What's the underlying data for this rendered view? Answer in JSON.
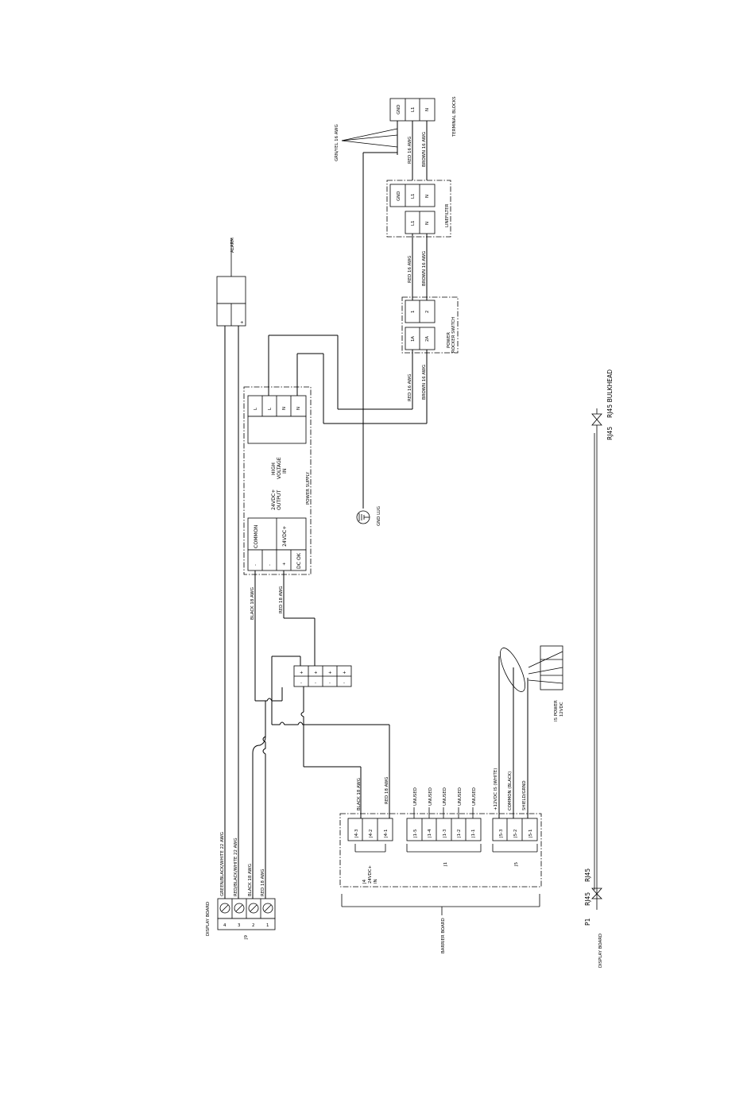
{
  "terminal_blocks": {
    "title": "TERMINAL BLOCKS",
    "gnd": "GND",
    "l1": "L1",
    "n": "N"
  },
  "grn_yel_wire": "GRN/YEL 16 AWG",
  "upper_red_wire": "RED 16 AWG",
  "upper_brown_wire": "BROWN 16 AWG",
  "line_filter": {
    "title": "LINEFILTER",
    "gnd": "GND",
    "l1": "L1",
    "n": "N",
    "l1b": "L1",
    "nb": "N"
  },
  "mid_red_wire": "RED 16 AWG",
  "mid_brown_wire": "BROWN 16 AWG",
  "rocker": {
    "title_line1": "POWER",
    "title_line2": "ROCKER SWITCH",
    "t1": "1",
    "t2": "2",
    "t1a": "1A",
    "t2a": "2A"
  },
  "low_red_wire": "RED 16 AWG",
  "low_brown_wire": "BROWN 16 AWG",
  "alarm": {
    "label": "ALARM",
    "plus": "+"
  },
  "power_supply": {
    "title": "POWER SUPPLY",
    "hv_line1": "HIGH",
    "hv_line2": "VOLTAGE",
    "hv_line3": "IN",
    "out_line1": "24VDC+",
    "out_line2": "OUTPUT",
    "common": "COMMON",
    "vdc": "24VDC+",
    "dcok": "DC OK",
    "t_l": "L",
    "t_n": "N",
    "minus": "-",
    "plus": "+"
  },
  "gnd_lug": "GND LUG",
  "ps_black_wire": "BLACK 18 AWG",
  "ps_red_wire": "RED 18 AWG",
  "dist_block": {
    "plus": "+",
    "minus": "-"
  },
  "is_power": {
    "line1": "IS POWER",
    "line2": "12VDC"
  },
  "display_board": {
    "title": "DISPLAY BOARD",
    "connector": "J9",
    "wire4": "GREEN/BLACK/WHITE 22 AWG",
    "wire3": "RED/BLACK/WHITE 22 AWG",
    "wire2": "BLACK 18 AWG",
    "wire1": "RED 18 AWG",
    "p4": "4",
    "p3": "3",
    "p2": "2",
    "p1": "1"
  },
  "barrier": {
    "title": "BARRIER BOARD",
    "j4_label1": "J4",
    "j4_label2": "24VDC+",
    "j4_label3": "IN",
    "j4_3": "J4-3",
    "j4_2": "J4-2",
    "j4_1": "J4-1",
    "j4_black": "BLACK 18 AWG",
    "j4_red": "RED 18 AWG",
    "j1_label": "J1",
    "j1_5": "J1-5",
    "j1_4": "J1-4",
    "j1_3": "J1-3",
    "j1_2": "J1-2",
    "j1_1": "J1-1",
    "unused": "UNUSED",
    "j5_label": "J5",
    "j5_3": "J5-3",
    "j5_2": "J5-2",
    "j5_1": "J5-1",
    "j5_w3": "+12VDC IS (WHITE)",
    "j5_w2": "COMMON (BLACK)",
    "j5_w1": "SHIELD/GRND"
  },
  "rj45": {
    "bulkhead": "RJ45 BULKHEAD",
    "top_rj": "RJ45",
    "bottom_rj_a": "RJ45",
    "bottom_rj_b": "RJ45",
    "p1": "P1",
    "display_board": "DISPLAY BOARD"
  }
}
